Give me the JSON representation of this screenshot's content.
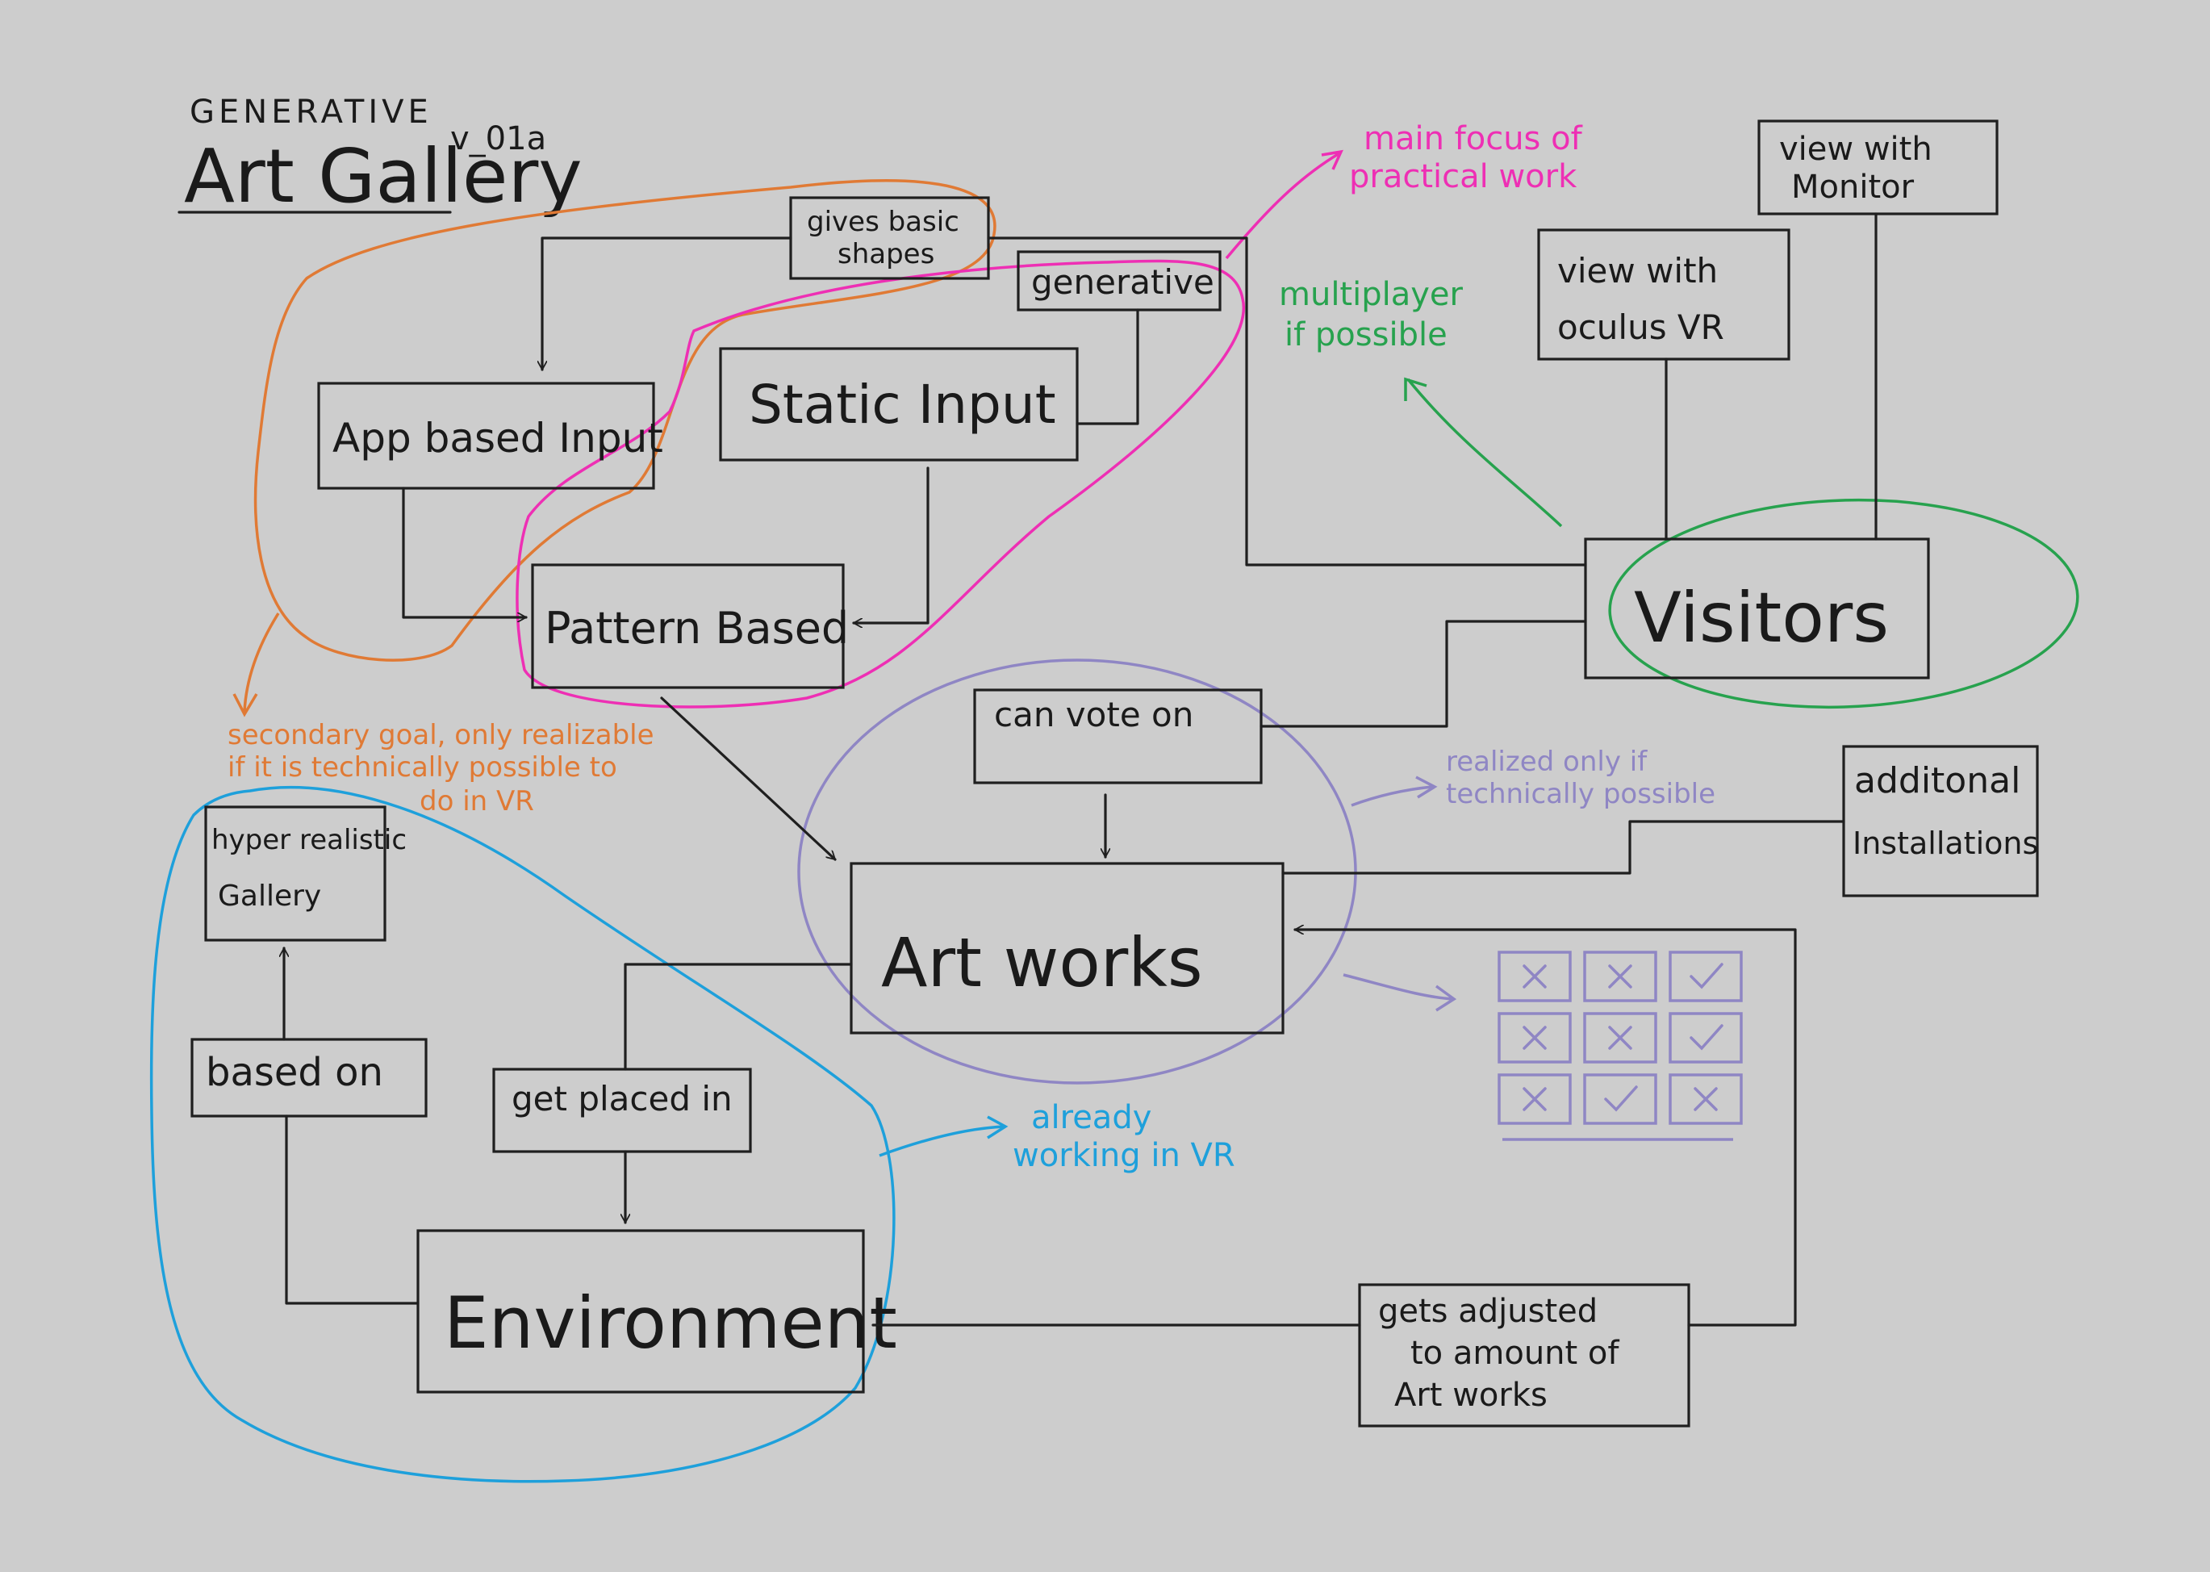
{
  "title": {
    "top": "GENERATIVE",
    "main": "Art Gallery",
    "version": "v_01a"
  },
  "boxes": {
    "gives_basic_shapes": [
      "gives basic",
      "shapes"
    ],
    "generative": "generative",
    "app_based_input": "App based Input",
    "static_input": "Static Input",
    "pattern_based": "Pattern Based",
    "view_with_monitor": [
      "view with",
      "Monitor"
    ],
    "view_with_oculus": [
      "view with",
      "oculus VR"
    ],
    "visitors": "Visitors",
    "can_vote_on": "can vote on",
    "art_works": "Art works",
    "additional_installations": [
      "additonal",
      "Installations"
    ],
    "hyper_realistic_gallery": [
      "hyper realistic",
      "Gallery"
    ],
    "based_on": "based on",
    "get_placed_in": "get placed in",
    "environment": "Environment",
    "gets_adjusted": [
      "gets adjusted",
      "to amount of",
      "Art works"
    ]
  },
  "annotations": {
    "main_focus": [
      "main focus of",
      "practical work"
    ],
    "multiplayer": [
      "multiplayer",
      "if possible"
    ],
    "secondary_goal": [
      "secondary goal, only realizable",
      "if it is technically possible to",
      "do in VR"
    ],
    "realized_only_if": [
      "realized only if",
      "technically possible"
    ],
    "already_working": [
      "already",
      "working in VR"
    ]
  },
  "vote_grid": {
    "marks": [
      "x",
      "x",
      "check",
      "x",
      "x",
      "check",
      "x",
      "check",
      "x"
    ]
  },
  "colors": {
    "background": "#cdcdcd",
    "ink": "#1f1f1f",
    "orange": "#e07a35",
    "magenta": "#ee2fb4",
    "green": "#27a24e",
    "purple": "#8f86c4",
    "blue": "#1ea0db"
  }
}
